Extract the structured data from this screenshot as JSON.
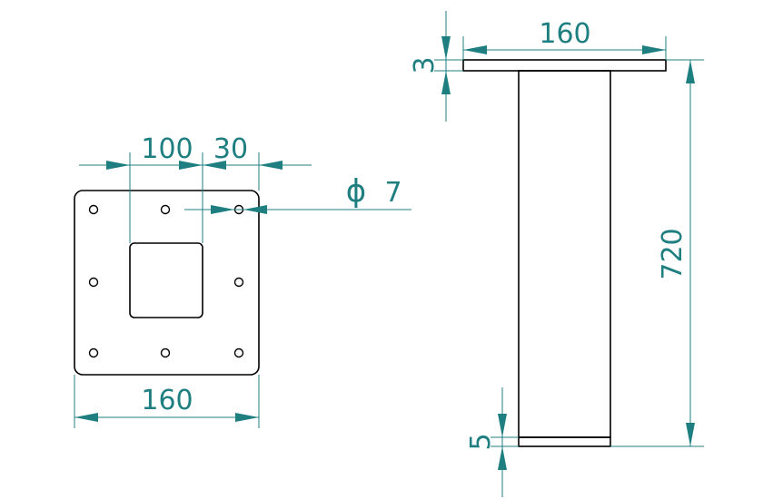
{
  "colors": {
    "outline": "#000000",
    "dimension": "#1f7f80",
    "background": "#ffffff"
  },
  "plate_view": {
    "dim_inner": "100",
    "dim_edge": "30",
    "dim_width": "160",
    "hole_symbol": "ϕ",
    "hole_diameter": "7"
  },
  "side_view": {
    "dim_plate_width": "160",
    "dim_top_thickness": "3",
    "dim_height": "720",
    "dim_bottom_thickness": "5"
  }
}
